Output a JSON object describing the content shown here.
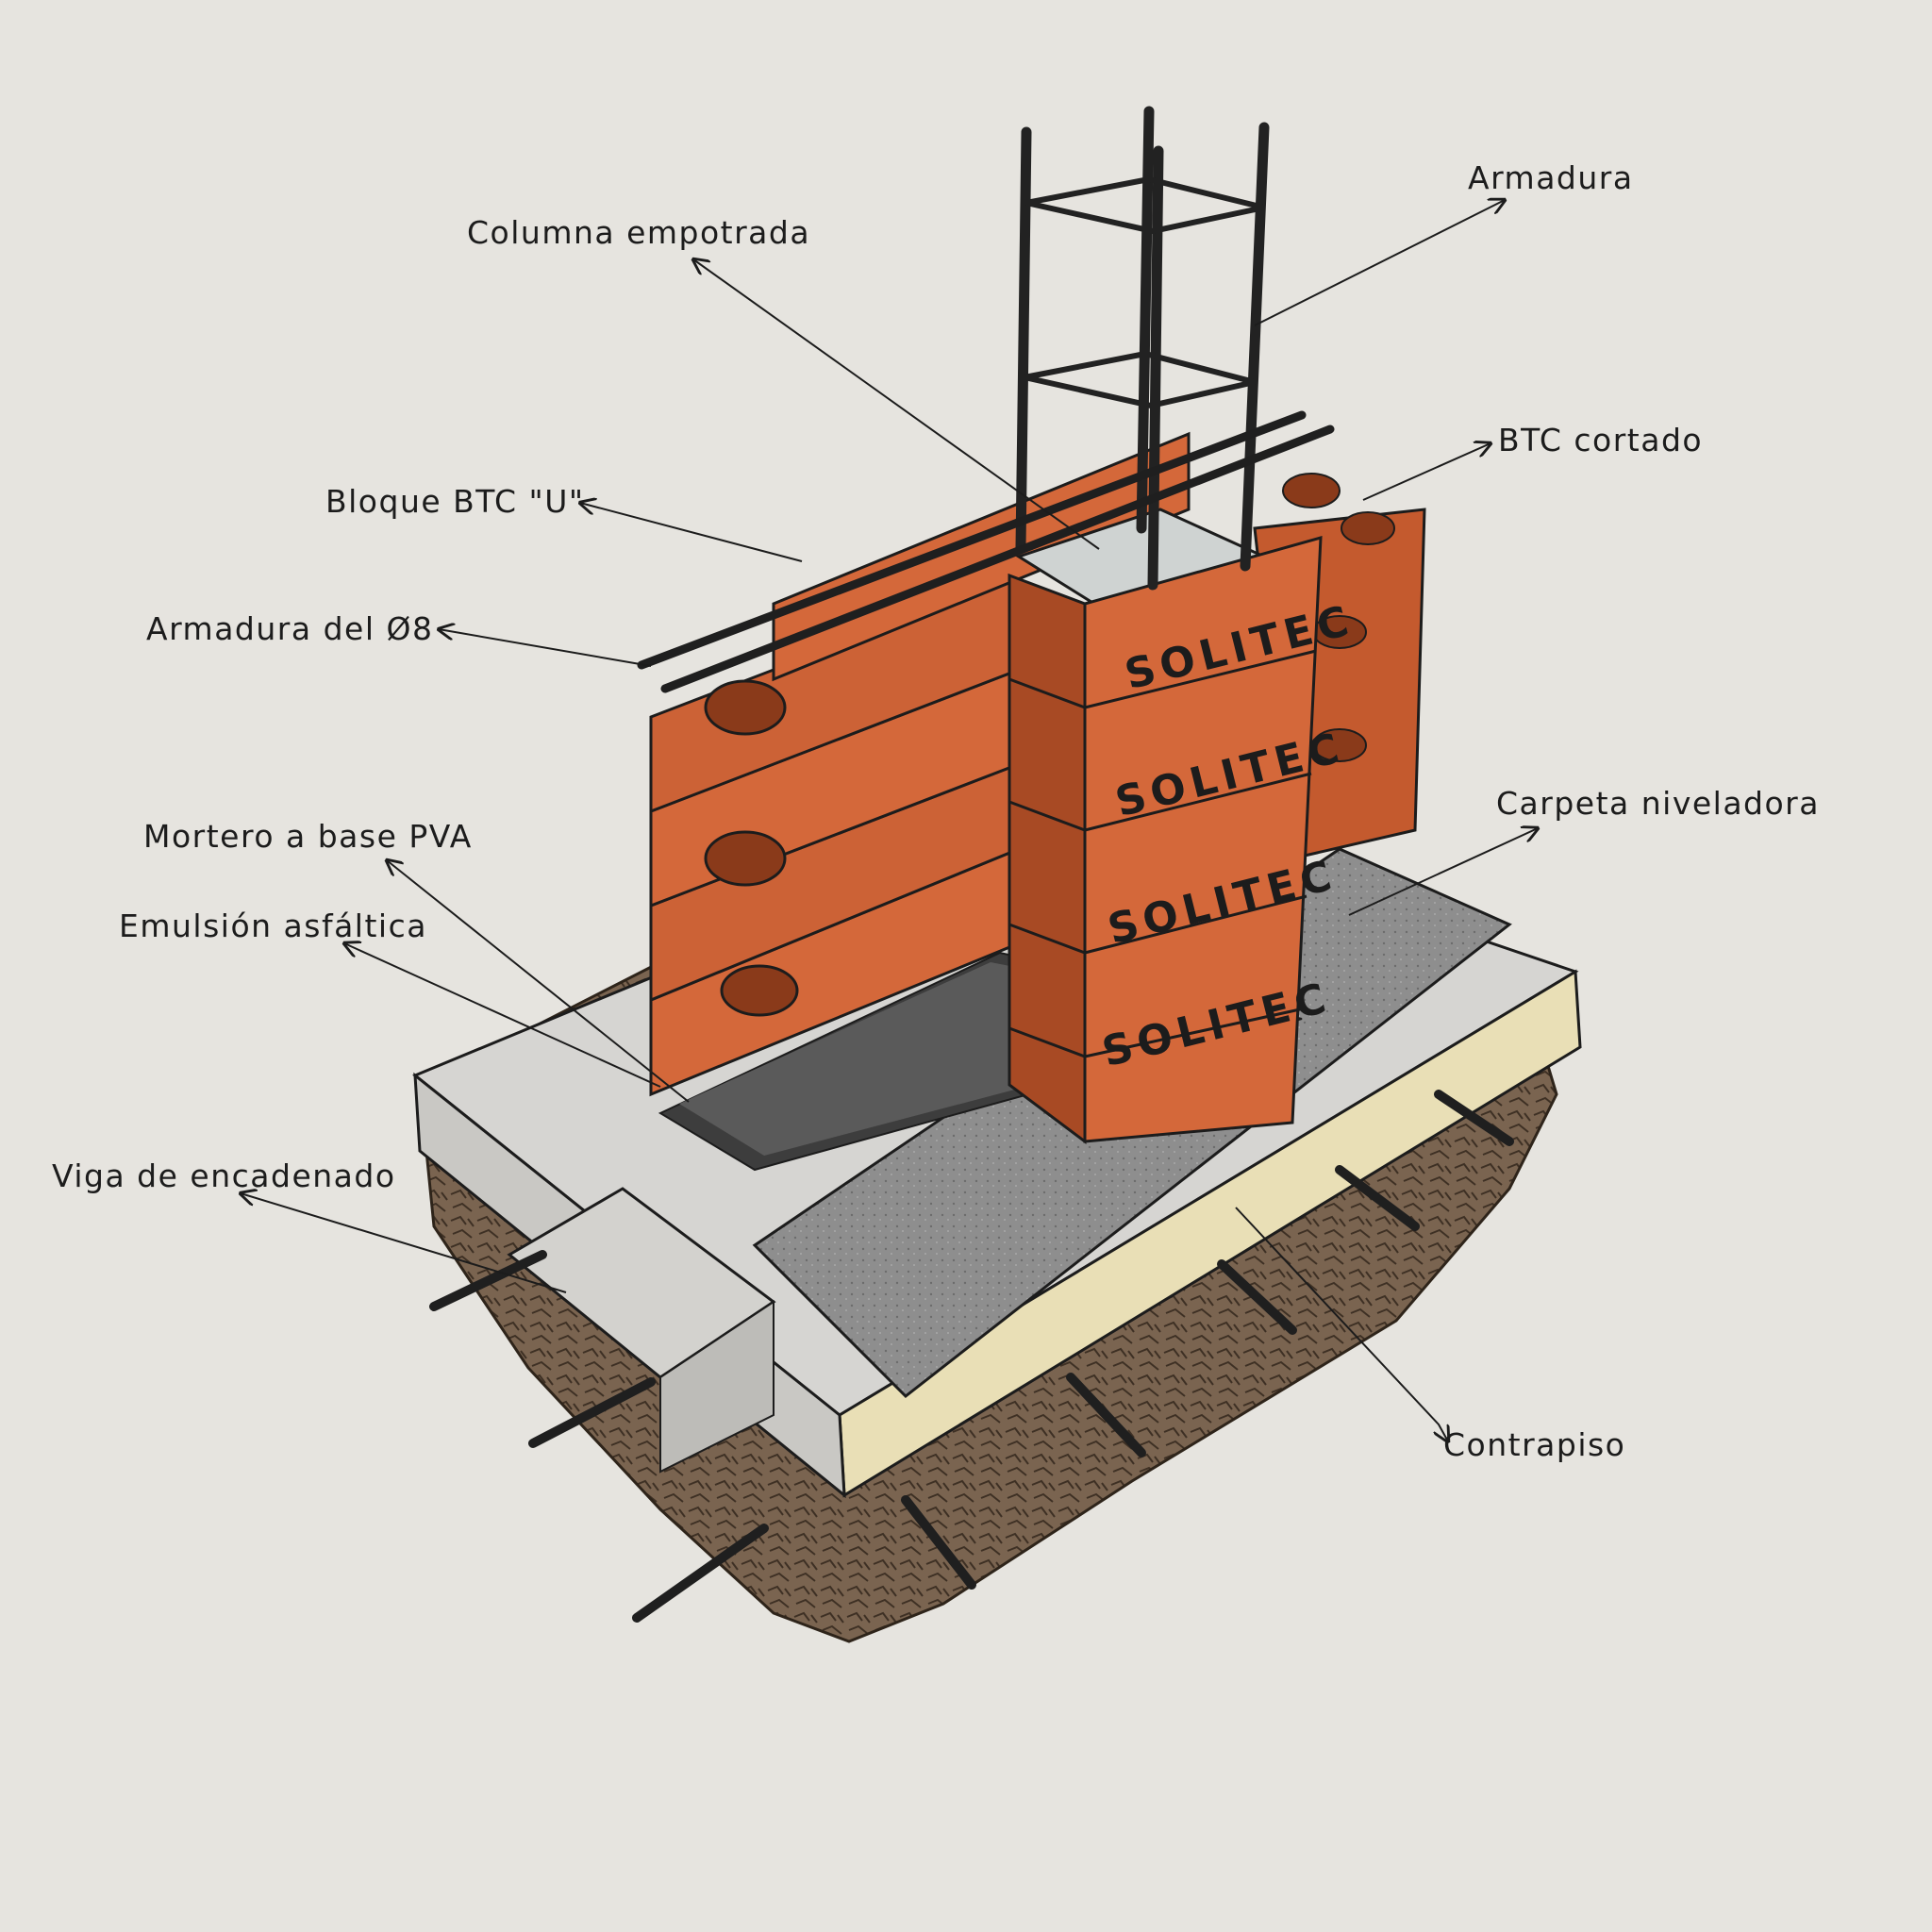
{
  "brand": "SOLITEC",
  "colors": {
    "background": "#e6e4df",
    "brick": "#d4683a",
    "brick_dark": "#a84a24",
    "concrete": "#d6d5d2",
    "screed": "#8e8e8e",
    "soil": "#7a6450",
    "rebar": "#2a2a2a",
    "insulation": "#e9dfb6"
  },
  "labels": {
    "armadura": "Armadura",
    "columna_empotrada": "Columna empotrada",
    "btc_cortado": "BTC cortado",
    "bloque_btc_u": "Bloque BTC \"U\"",
    "armadura_del_08": "Armadura del Ø8",
    "carpeta_niveladora": "Carpeta niveladora",
    "mortero_pva": "Mortero a base PVA",
    "emulsion_asfaltica": "Emulsión asfáltica",
    "viga_encadenado": "Viga de encadenado",
    "contrapiso": "Contrapiso"
  }
}
